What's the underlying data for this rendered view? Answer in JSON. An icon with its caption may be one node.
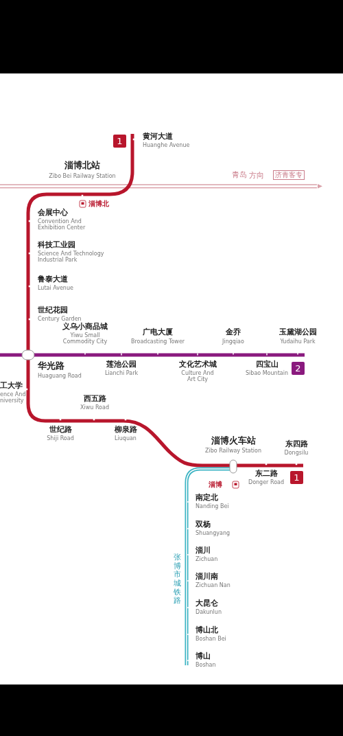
{
  "diagram": {
    "labels": [
      "1",
      "黄河大道",
      "Huanghe Avenue",
      "淄博北站",
      "Zibo Bei Railway Station",
      "青岛",
      "方向",
      "济青客专",
      "淄博北",
      "会展中心",
      "Convention And Exhibition Center",
      "科技工业园",
      "Science And Technology Industrial Park",
      "鲁泰大道",
      "Lutai Avenue",
      "世纪花园",
      "Century Garden",
      "义乌小商品城",
      "Yiwu Small Commodity City",
      "广电大厦",
      "Broadcasting Tower",
      "金乔",
      "Jingqiao",
      "玉黛湖公园",
      "Yudaihu Park",
      "华光路",
      "Huaguang Road",
      "莲池公园",
      "Lianchi Park",
      "文化艺术城",
      "Culture And Art City",
      "四宝山",
      "Sibao Mountain",
      "2",
      "工大学",
      "ence And niversity",
      "西五路",
      "Xiwu Road",
      "世纪路",
      "Shiji Road",
      "柳泉路",
      "Liuquan",
      "淄博火车站",
      "Zibo Railway Station",
      "东四路",
      "Dongsilu",
      "东二路",
      "Donger Road",
      "1",
      "淄博",
      "张博市城铁路",
      "南定北",
      "Nanding Bei",
      "双杨",
      "Shuangyang",
      "淄川",
      "Zichuan",
      "淄川南",
      "Zichuan Nan",
      "大昆仑",
      "Dakunlun",
      "博山北",
      "Boshan Bei",
      "博山",
      "Boshan"
    ]
  }
}
